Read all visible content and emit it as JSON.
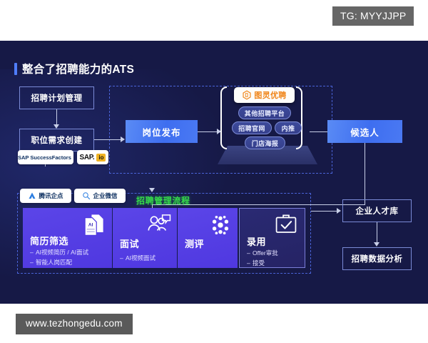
{
  "watermarks": {
    "tg_badge": "TG: MYYJJPP",
    "site": "www.tezhongedu.com"
  },
  "slide": {
    "title": "整合了招聘能力的ATS",
    "accent_color": "#4f7dfb",
    "background_color": "#161946"
  },
  "left_flow": {
    "plan_box": "招聘计划管理",
    "requisition_box": "职位需求创建",
    "logos": [
      {
        "name": "SAP SuccessFactors",
        "label": "SAP SuccessFactors"
      },
      {
        "name": "SAP.io",
        "label_dark": "SAP.",
        "label_tag": "io"
      }
    ]
  },
  "publish": {
    "box": "岗位发布"
  },
  "channels": {
    "brand": "图灵优聘",
    "items": [
      "其他招聘平台",
      "招聘官网",
      "内推",
      "门店海报"
    ]
  },
  "candidate": {
    "box": "候选人"
  },
  "process": {
    "label": "招聘管理流程",
    "label_color": "#35d94a",
    "tools": [
      {
        "name": "腾讯企点",
        "label": "腾讯企点"
      },
      {
        "name": "企业微信",
        "label": "企业微信"
      }
    ],
    "cards": [
      {
        "title": "简历筛选",
        "icon": "ai-document-icon",
        "bullets": [
          "AI视频简历 / AI面试",
          "智能人岗匹配"
        ]
      },
      {
        "title": "面试",
        "icon": "interview-people-icon",
        "bullets": [
          "AI视频面试"
        ]
      },
      {
        "title": "测评",
        "icon": "assessment-network-icon",
        "bullets": []
      },
      {
        "title": "录用",
        "icon": "offer-clipboard-icon",
        "bullets": [
          "Offer审批",
          "接受"
        ]
      }
    ]
  },
  "right_flow": {
    "talent_pool": "企业人才库",
    "analytics": "招聘数据分析"
  }
}
